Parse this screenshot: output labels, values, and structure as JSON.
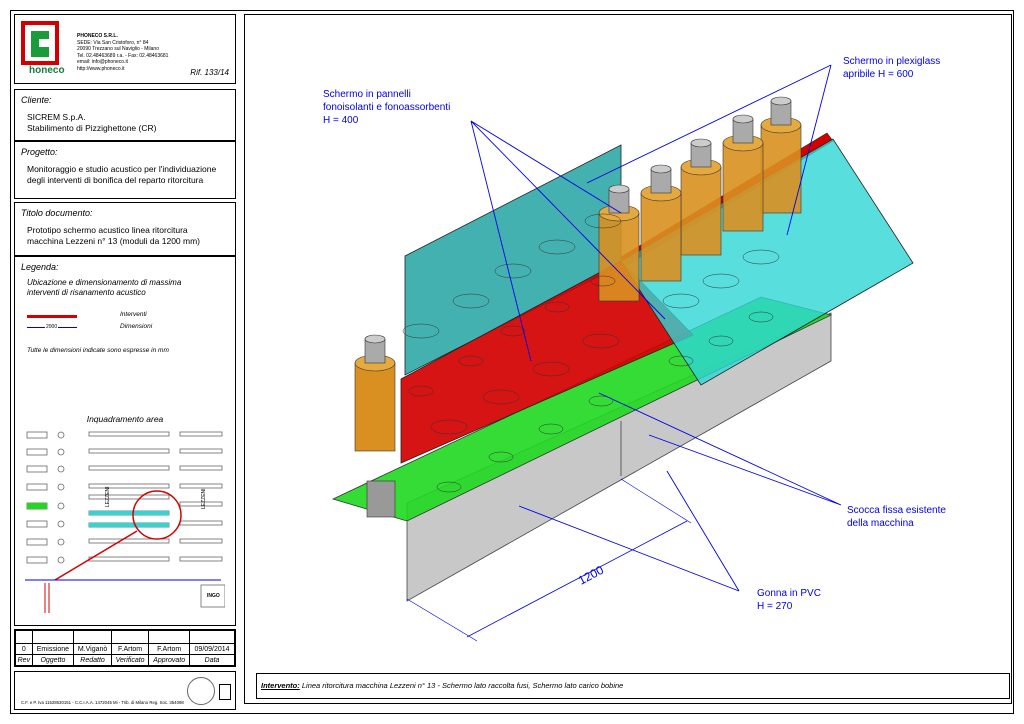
{
  "company": {
    "logo_text": "honeco",
    "name": "PHONECO S.R.L.",
    "address1": "SEDE: Via San Cristoforo, n° 84",
    "address2": "20090 Trezzano sul Naviglio - Milano",
    "phone": "Tel. 02.48463689 r.a. - Fax: 02.48463681",
    "email": "email: info@phoneco.it",
    "web": "http://www.phoneco.it",
    "ref": "Rif. 133/14"
  },
  "client": {
    "title": "Cliente:",
    "line1": "SICREM S.p.A.",
    "line2": "Stabilimento di Pizzighettone (CR)"
  },
  "project": {
    "title": "Progetto:",
    "line1": "Monitoraggio e studio acustico per l'individuazione",
    "line2": "degli interventi di bonifica del reparto ritorcitura"
  },
  "doc": {
    "title": "Titolo documento:",
    "line1": "Prototipo schermo acustico linea ritorcitura",
    "line2": "macchina Lezzeni n° 13 (moduli da 1200 mm)"
  },
  "legend": {
    "title": "Legenda:",
    "sub1": "Ubicazione e dimensionamento di massima",
    "sub2": "interventi di risanamento acustico",
    "dim_value": "2000",
    "item1": "Interventi",
    "item2": "Dimensioni",
    "note": "Tutte le dimensioni indicate sono espresse in mm"
  },
  "area": {
    "title": "Inquadramento area",
    "lezzeni": "LEZZENI",
    "box": "INGO"
  },
  "revision": {
    "row": {
      "rev": "0",
      "oggetto": "Emissione",
      "redatto": "M.Viganò",
      "verificato": "F.Artom",
      "approvato": "F.Artom",
      "data": "09/09/2014"
    },
    "headers": {
      "rev": "Rev",
      "oggetto": "Oggetto",
      "redatto": "Redatto",
      "verificato": "Verificato",
      "approvato": "Approvato",
      "data": "Data"
    }
  },
  "footer": {
    "legal": "C.F. e P. Iva 11528630151 - C.C.I.A.A. 1472045 Mi - Trib. di Milano Reg. Soc. 354098"
  },
  "drawing": {
    "label_plexi1": "Schermo in plexiglass",
    "label_plexi2": "apribile H = 600",
    "label_pan1": "Schermo in pannelli",
    "label_pan2": "fonoisolanti e fonoassorbenti",
    "label_pan3": "H = 400",
    "label_scocca1": "Scocca fissa esistente",
    "label_scocca2": "della macchina",
    "label_gonna1": "Gonna in PVC",
    "label_gonna2": "H = 270",
    "dim_1200": "1200"
  },
  "intervention": {
    "label": "Intervento:",
    "text": "Linea ritorcitura macchina Lezzeni n° 13 - Schermo lato raccolta fusi, Schermo lato carico bobine"
  },
  "colors": {
    "label_blue": "#0000e6",
    "red": "#d40000",
    "green": "#1fd81f",
    "cyan": "#2fd6d6",
    "teal": "#23a3a3",
    "orange": "#d99020",
    "gray": "#bdbdbd"
  }
}
